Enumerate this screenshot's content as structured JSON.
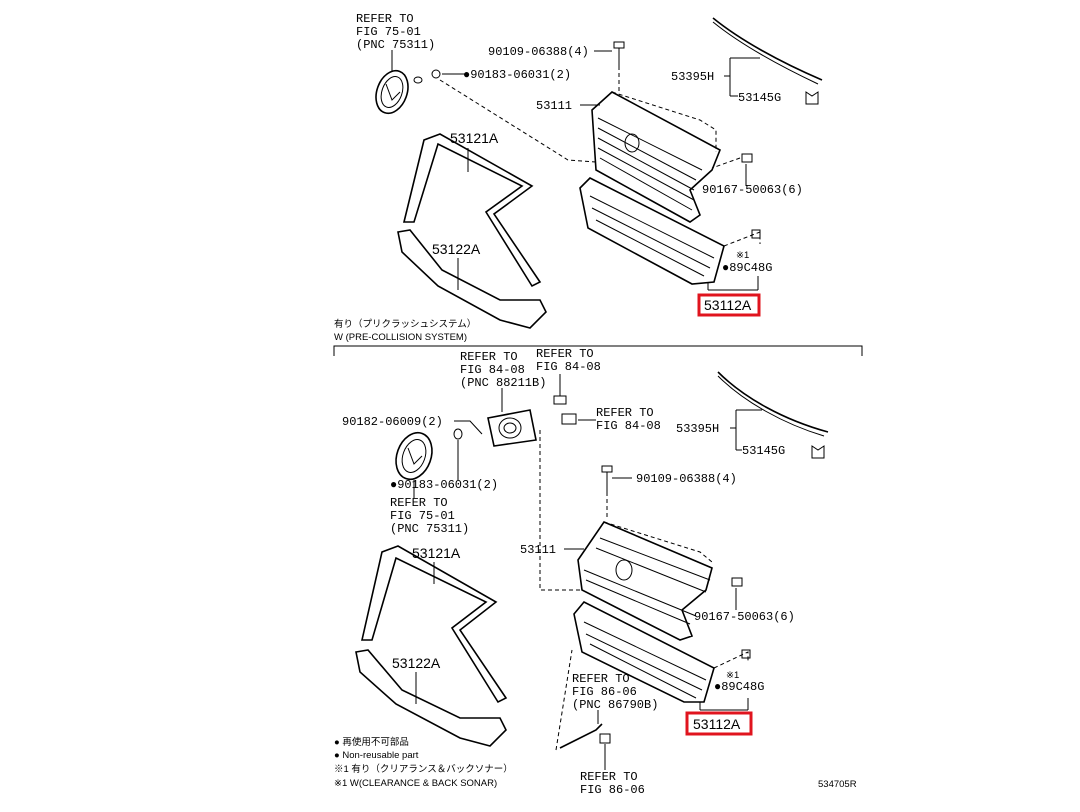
{
  "top": {
    "refer_logo": [
      "REFER TO",
      "FIG 75-01",
      "(PNC 75311)"
    ],
    "bolt": "90109-06388(4)",
    "clip_emblem": "●90183-06031(2)",
    "molding_set": "53395H",
    "molding_clip": "53145G",
    "grille_upper": "53111",
    "molding_a": "53121A",
    "clip_side": "90167-50063(6)",
    "molding_b": "53122A",
    "note_mark": "※1",
    "clip_lower": "●89C48G",
    "grille_lower": "53112A",
    "condition_jp": "有り（プリクラッシュシステム）",
    "condition_en": "W (PRE-COLLISION SYSTEM)"
  },
  "bottom": {
    "refer_sensor": [
      "REFER TO",
      "FIG 84-08",
      "(PNC 88211B)"
    ],
    "refer_fig84_a": [
      "REFER TO",
      "FIG 84-08"
    ],
    "refer_fig84_b": [
      "REFER TO",
      "FIG 84-08"
    ],
    "bracket_clip": "90182-06009(2)",
    "clip_emblem": "●90183-06031(2)",
    "refer_logo": [
      "REFER TO",
      "FIG 75-01",
      "(PNC 75311)"
    ],
    "molding_set": "53395H",
    "molding_clip": "53145G",
    "bolt": "90109-06388(4)",
    "grille_upper": "53111",
    "molding_a": "53121A",
    "clip_side": "90167-50063(6)",
    "molding_b": "53122A",
    "note_mark": "※1",
    "clip_lower": "●89C48G",
    "grille_lower": "53112A",
    "refer_fig86": [
      "REFER TO",
      "FIG 86-06",
      "(PNC 86790B)"
    ],
    "refer_fig86_b": [
      "REFER TO",
      "FIG 86-06"
    ]
  },
  "legend": {
    "nonreuse_jp": "● 再使用不可部品",
    "nonreuse_en": "● Non-reusable part",
    "note_jp": "※1 有り（クリアランス＆バックソナー）",
    "note_en": "※1 W(CLEARANCE & BACK SONAR)"
  },
  "figure_id": "534705R",
  "highlight_color": "#e0141e"
}
